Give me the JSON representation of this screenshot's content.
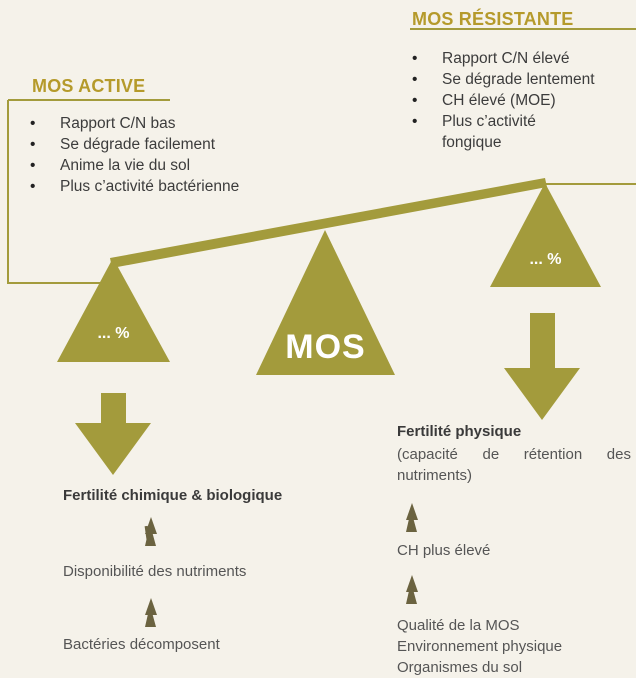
{
  "colors": {
    "olive": "#a39b3c",
    "gold_title": "#b59a2b",
    "dark_arrow": "#6b6340",
    "background": "#f5f2ea"
  },
  "title_active": "MOS ACTIVE",
  "title_resistant": "MOS RÉSISTANTE",
  "active_bullets": [
    "Rapport C/N bas",
    "Se dégrade facilement",
    "Anime la vie du sol",
    "Plus c’activité bactérienne"
  ],
  "resistant_bullets": [
    "Rapport C/N élevé",
    "Se dégrade lentement",
    "CH élevé (MOE)",
    "Plus c’activité fongique"
  ],
  "left_triangle_label": "... %",
  "center_triangle_label": "MOS",
  "right_triangle_label": "... %",
  "left_column": {
    "heading": "Fertilité chimique & biologique",
    "step1": "Disponibilité des nutriments",
    "step2": "Bactéries décomposent"
  },
  "right_column": {
    "heading": "Fertilité physique",
    "description": "(capacité de rétention des nutriments)",
    "step1": "CH plus élevé",
    "step2_lines": [
      "Qualité de la MOS",
      "Environnement physique",
      "Organismes du sol"
    ]
  }
}
